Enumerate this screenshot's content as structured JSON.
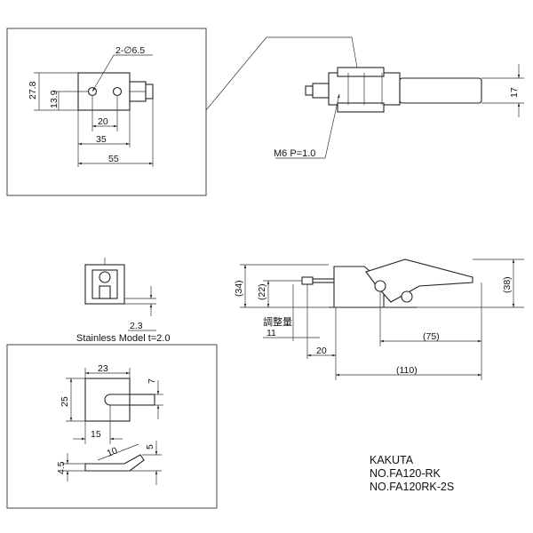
{
  "top_view": {
    "hole_callout": "2-∅6.5",
    "dims": {
      "height_outer": "27.8",
      "height_inner": "13.9",
      "hole_pitch": "20",
      "base_width": "35",
      "overall_width": "55"
    }
  },
  "side_top_view": {
    "thread_callout": "M6 P=1.0",
    "dims": {
      "height": "17"
    }
  },
  "front_view": {
    "thickness": "2.3",
    "caption": "Stainless Model t=2.0"
  },
  "elevation_view": {
    "adjust_label": "調整量",
    "dims": {
      "h34": "(34)",
      "h22": "(22)",
      "h38": "(38)",
      "adjust": "11",
      "d20": "20",
      "d75": "(75)",
      "d110": "(110)"
    }
  },
  "plate_view": {
    "dims": {
      "width": "23",
      "slot": "7",
      "height": "25",
      "bottom": "15",
      "side": "5",
      "angle": "10",
      "thickness": "4.5"
    }
  },
  "title_block": {
    "maker": "KAKUTA",
    "model_1": "NO.FA120-RK",
    "model_2": "NO.FA120RK-2S"
  }
}
